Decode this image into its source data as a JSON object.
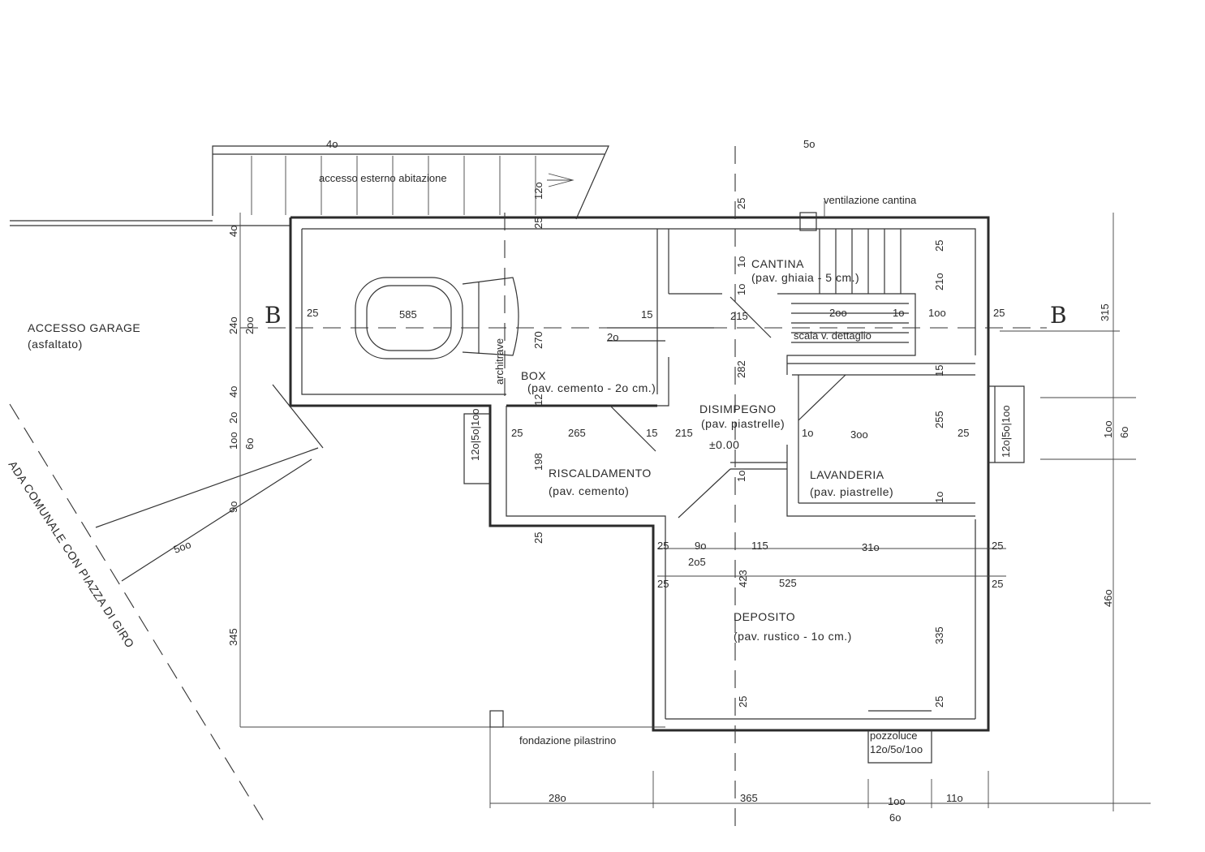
{
  "labels": {
    "accesso_esterno": "accesso esterno abitazione",
    "ventilazione": "ventilazione cantina",
    "accesso_garage": "ACCESSO GARAGE",
    "asfaltato": "(asfaltato)",
    "strada": "ADA COMUNALE CON PIAZZA DI GIRO",
    "cantina": "CANTINA",
    "cantina_floor": "(pav. ghiaia - 5 cm.)",
    "scala": "scala v. dettaglio",
    "architrave": "architrave",
    "box": "BOX",
    "box_floor": "(pav. cemento - 2o cm.)",
    "disimpegno": "DISIMPEGNO",
    "disimpegno_floor": "(pav. piastrelle)",
    "level": "±0.00",
    "lavanderia": "LAVANDERIA",
    "lavanderia_floor": "(pav. piastrelle)",
    "riscaldamento": "RISCALDAMENTO",
    "riscaldamento_floor": "(pav. cemento)",
    "deposito": "DEPOSITO",
    "deposito_floor": "(pav. rustico - 1o cm.)",
    "fondazione": "fondazione pilastrino",
    "pozzoluce": "pozzoluce",
    "pozzoluce_dim": "12o/5o/1oo",
    "section_left": "B",
    "section_right": "B"
  },
  "dims": {
    "d40a": "4o",
    "d25a": "25",
    "d120": "12o",
    "d25b": "25",
    "d240": "24o",
    "d200": "2oo",
    "d25c": "25",
    "d585": "585",
    "d270": "270",
    "d15a": "15",
    "d20": "2o",
    "d215a": "215",
    "d40b": "4o",
    "d20b": "2o",
    "d100a": "1oo",
    "d60a": "6o",
    "d100b": "1o",
    "d25d": "25",
    "d210": "21o",
    "d10a": "1o",
    "d200b": "2oo",
    "d10b": "1o",
    "d100c": "1oo",
    "d25e": "25",
    "d315": "315",
    "d282": "282",
    "d15b": "15",
    "d12": "12",
    "d25f": "25",
    "d265": "265",
    "d15c": "15",
    "d215b": "215",
    "d10c": "1o",
    "d300": "3oo",
    "d255": "255",
    "d25g": "25",
    "d120w": "12o|5o|1oo",
    "d120e": "12o|5o|1oo",
    "d100d": "1oo",
    "d60b": "6o",
    "d198": "198",
    "d10d": "1o",
    "d10e": "1o",
    "d90a": "9o",
    "d500": "5oo",
    "d25h": "25",
    "d25i": "25",
    "d90b": "9o",
    "d205": "2o5",
    "d115": "115",
    "d310": "31o",
    "d25j": "25",
    "d423": "423",
    "d525": "525",
    "d25k": "25",
    "d25l": "25",
    "d460": "46o",
    "d345": "345",
    "d335": "335",
    "d25m": "25",
    "d25n": "25",
    "d280": "28o",
    "d365": "365",
    "d100e": "1oo",
    "d60c": "6o",
    "d110": "11o",
    "d40t": "4o",
    "d50t": "5o"
  }
}
